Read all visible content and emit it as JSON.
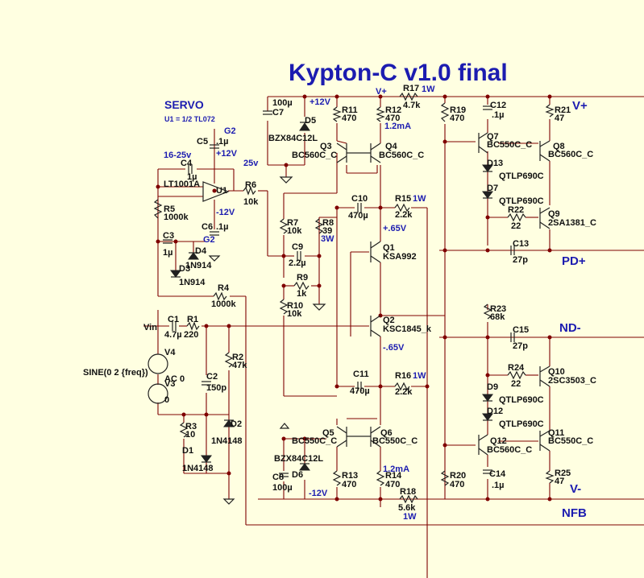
{
  "title": "Kypton-C v1.0 final",
  "servo": {
    "heading": "SERVO",
    "note": "U1 = 1/2 TL072"
  },
  "colors": {
    "background": "#ffffe1",
    "wire": "#7f0000",
    "net_label": "#1c1cb0",
    "part_label": "#111111"
  },
  "nets": {
    "vplus": "V+",
    "vminus": "V-",
    "pdplus": "PD+",
    "ndminus": "ND-",
    "nfb": "NFB",
    "plus12": "+12V",
    "minus12": "-12V",
    "plus65": "+.65V",
    "minus65": "-.65V",
    "sup_range": "16-25v",
    "sup_25v": "25v",
    "vin": "Vin",
    "g2": "G2",
    "g2b": "G2",
    "plus12_u": "+12V",
    "minus12_u": "-12V",
    "vplus_small": "V+",
    "i_top": "1.2mA",
    "i_bot": "1.2mA",
    "r17_w": "1W",
    "r15_w": "1W",
    "r16_w": "1W",
    "r18_w": "1W",
    "r8_w": "3W"
  },
  "source": {
    "sine": "SINE(0 2 {freq})",
    "ac": "AC 0",
    "v4": "V4",
    "v3": "V3",
    "zero": "0"
  },
  "parts": {
    "r17": [
      "R17",
      "4.7k"
    ],
    "r11": [
      "R11",
      "470"
    ],
    "r12": [
      "R12",
      "470"
    ],
    "r19": [
      "R19",
      "470"
    ],
    "r21": [
      "R21",
      "47"
    ],
    "r6": [
      "R6",
      "10k"
    ],
    "r5": [
      "R5",
      "1000k"
    ],
    "r7": [
      "R7",
      "10k"
    ],
    "r8": [
      "R8",
      "39"
    ],
    "r9": [
      "R9",
      "1k"
    ],
    "r10": [
      "R10",
      "10k"
    ],
    "r4": [
      "R4",
      "1000k"
    ],
    "r1": [
      "R1",
      "220"
    ],
    "r2": [
      "R2",
      "47k"
    ],
    "r3": [
      "R3",
      "10"
    ],
    "r15": [
      "R15",
      "2.2k"
    ],
    "r16": [
      "R16",
      "2.2k"
    ],
    "r22": [
      "R22",
      "22"
    ],
    "r23": [
      "R23",
      "68k"
    ],
    "r24": [
      "R24",
      "22"
    ],
    "r13": [
      "R13",
      "470"
    ],
    "r14": [
      "R14",
      "470"
    ],
    "r18": [
      "R18",
      "5.6k"
    ],
    "r20": [
      "R20",
      "470"
    ],
    "r25": [
      "R25",
      "47"
    ],
    "c7": [
      "C7",
      "100µ"
    ],
    "c12": [
      "C12",
      ".1µ"
    ],
    "c5": [
      "C5",
      ".1µ"
    ],
    "c4": [
      "C4",
      "1µ"
    ],
    "c6": [
      "C6",
      ".1µ"
    ],
    "c3": [
      "C3",
      "1µ"
    ],
    "c9": [
      "C9",
      "2.2µ"
    ],
    "c10": [
      "C10",
      "470µ"
    ],
    "c13": [
      "C13",
      "27p"
    ],
    "c1": [
      "C1",
      "4.7µ"
    ],
    "c2": [
      "C2",
      "150p"
    ],
    "c15": [
      "C15",
      "27p"
    ],
    "c11": [
      "C11",
      "470µ"
    ],
    "c8": [
      "C8",
      "100µ"
    ],
    "c14": [
      "C14",
      ".1µ"
    ],
    "d5": [
      "D5",
      "BZX84C12L"
    ],
    "d4": [
      "D4",
      "1N914"
    ],
    "d3": [
      "D3",
      "1N914"
    ],
    "d1": [
      "D1",
      "1N4148"
    ],
    "d2": [
      "D2",
      "1N4148"
    ],
    "d6": [
      "D6",
      "BZX84C12L"
    ],
    "d13": [
      "D13",
      "QTLP690C"
    ],
    "d7": [
      "D7",
      "QTLP690C"
    ],
    "d9": [
      "D9",
      "QTLP690C"
    ],
    "d12": [
      "D12",
      "QTLP690C"
    ],
    "q3": [
      "Q3",
      "BC560C_C"
    ],
    "q4": [
      "Q4",
      "BC560C_C"
    ],
    "q1": [
      "Q1",
      "KSA992"
    ],
    "q2": [
      "Q2",
      "KSC1845_k"
    ],
    "q5": [
      "Q5",
      "BC550C_C"
    ],
    "q6": [
      "Q6",
      "BC550C_C"
    ],
    "q7": [
      "Q7",
      "BC550C_C"
    ],
    "q8": [
      "Q8",
      "BC560C_C"
    ],
    "q9": [
      "Q9",
      "2SA1381_C"
    ],
    "q10": [
      "Q10",
      "2SC3503_C"
    ],
    "q11": [
      "Q11",
      "BC550C_C"
    ],
    "q12": [
      "Q12",
      "BC560C_C"
    ],
    "u1": [
      "U1",
      "LT1001A"
    ]
  }
}
